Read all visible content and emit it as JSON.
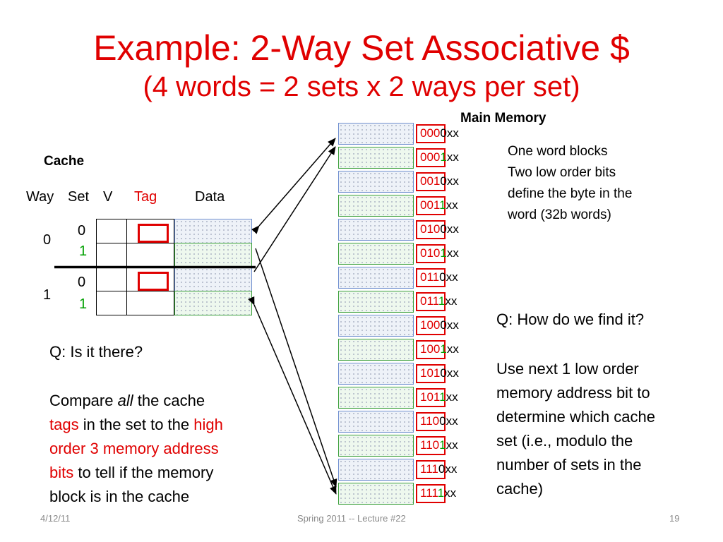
{
  "title": "Example: 2-Way Set Associative $",
  "subtitle": "(4 words = 2 sets x 2 ways per set)",
  "main_memory_label": "Main Memory",
  "cache_label": "Cache",
  "columns": {
    "way": "Way",
    "set": "Set",
    "v": "V",
    "tag": "Tag",
    "data": "Data"
  },
  "ways": [
    {
      "label": "0",
      "sets": [
        "0",
        "1"
      ]
    },
    {
      "label": "1",
      "sets": [
        "0",
        "1"
      ]
    }
  ],
  "memory": [
    {
      "prefix": "000",
      "bit": "0",
      "suffix": "xx"
    },
    {
      "prefix": "000",
      "bit": "1",
      "suffix": "xx"
    },
    {
      "prefix": "001",
      "bit": "0",
      "suffix": "xx"
    },
    {
      "prefix": "001",
      "bit": "1",
      "suffix": "xx"
    },
    {
      "prefix": "010",
      "bit": "0",
      "suffix": "xx"
    },
    {
      "prefix": "010",
      "bit": "1",
      "suffix": "xx"
    },
    {
      "prefix": "011",
      "bit": "0",
      "suffix": "xx"
    },
    {
      "prefix": "011",
      "bit": "1",
      "suffix": "xx"
    },
    {
      "prefix": "100",
      "bit": "0",
      "suffix": "xx"
    },
    {
      "prefix": "100",
      "bit": "1",
      "suffix": "xx"
    },
    {
      "prefix": "101",
      "bit": "0",
      "suffix": "xx"
    },
    {
      "prefix": "101",
      "bit": "1",
      "suffix": "xx"
    },
    {
      "prefix": "110",
      "bit": "0",
      "suffix": "xx"
    },
    {
      "prefix": "110",
      "bit": "1",
      "suffix": "xx"
    },
    {
      "prefix": "111",
      "bit": "0",
      "suffix": "xx"
    },
    {
      "prefix": "111",
      "bit": "1",
      "suffix": "xx"
    }
  ],
  "block_note": [
    "One word blocks",
    "Two low order bits",
    "define the byte in the",
    "word (32b words)"
  ],
  "q_find": "Q: How do we find it?",
  "find_answer": [
    "Use next 1 low order",
    "memory address bit to",
    "determine which cache",
    "set (i.e., modulo the",
    "number of sets in the",
    "cache)"
  ],
  "q_there": "Q: Is it there?",
  "there_answer": {
    "l1_a": "Compare ",
    "l1_b": "all",
    "l1_c": " the cache",
    "l2_a": "tags",
    "l2_b": " in the set to the ",
    "l2_c": "high",
    "l3": "order 3 memory address",
    "l4_a": "bits",
    "l4_b": " to tell if the memory",
    "l5": "block is in the cache"
  },
  "footer": {
    "date": "4/12/11",
    "course": "Spring 2011 -- Lecture #22",
    "page": "19"
  },
  "colors": {
    "accent": "#e00000",
    "green": "#00a000",
    "blue_block": "#6f8fcf"
  }
}
